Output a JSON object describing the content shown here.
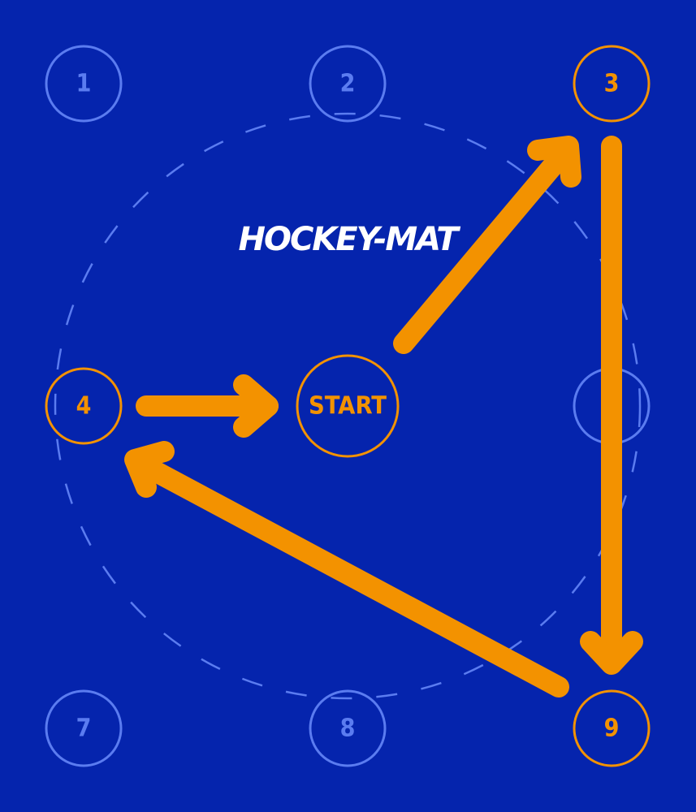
{
  "logo": "HOCKEY-MAT",
  "colors": {
    "background": "#0524ad",
    "inactive": "#5b7cf0",
    "active": "#f39200",
    "logo": "#ffffff"
  },
  "spots": [
    {
      "id": "1",
      "label": "1",
      "active": false
    },
    {
      "id": "2",
      "label": "2",
      "active": false
    },
    {
      "id": "3",
      "label": "3",
      "active": true
    },
    {
      "id": "4",
      "label": "4",
      "active": true
    },
    {
      "id": "start",
      "label": "START",
      "active": true
    },
    {
      "id": "6",
      "label": "",
      "active": false
    },
    {
      "id": "7",
      "label": "7",
      "active": false
    },
    {
      "id": "8",
      "label": "8",
      "active": false
    },
    {
      "id": "9",
      "label": "9",
      "active": true
    }
  ],
  "path": [
    "START",
    "3",
    "9",
    "4",
    "START"
  ]
}
